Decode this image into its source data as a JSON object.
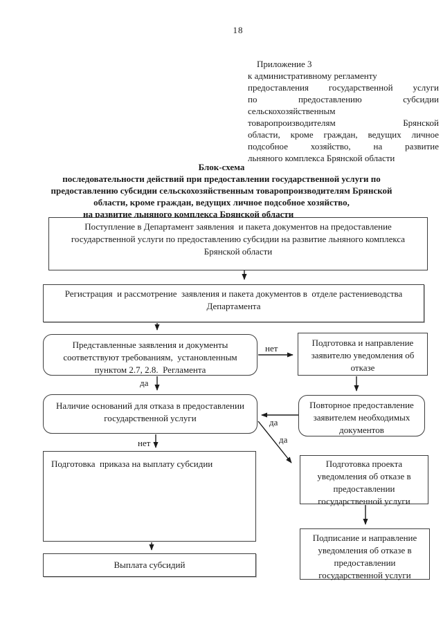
{
  "page_number": "18",
  "appendix_note": {
    "lines": [
      "Приложение 3",
      "к административному регламенту",
      "предоставления государственной  услуги",
      "по предоставлению субсидии",
      "сельскохозяйственным",
      "товаропроизводителям Брянской",
      "области, кроме граждан, ведущих личное",
      "подсобное хозяйство, на развитие",
      "льняного комплекса Брянской области"
    ]
  },
  "title": {
    "lines": [
      "Блок-схема",
      "последовательности действий при предоставлении государственной услуги по",
      "предоставлению субсидии сельскохозяйственным товаропроизводителям Брянской",
      "области, кроме граждан, ведущих личное подсобное хозяйство,",
      "на развитие льняного комплекса Брянской области"
    ]
  },
  "flowchart": {
    "boxes": {
      "intake": "Поступление в Департамент заявления  и пакета документов на предоставление\nгосударственной услуги по предоставлению субсидии на развитие льняного комплекса\nБрянской области",
      "registration": "Регистрация  и рассмотрение  заявления и пакета документов в  отделе растениеводства\nДепартамента",
      "compliance_check": "Представленные заявления и документы\nсоответствуют требованиям,  установленным\nпунктом 2.7, 2.8.  Регламента",
      "refusal_notice_prep": "Подготовка и направление\nзаявителю уведомления об\nотказе",
      "grounds_check": "Наличие оснований для отказа в предоставлении\nгосударственной услуги",
      "resubmission": "Повторное предоставление\nзаявителем необходимых\nдокументов",
      "order_prep": "Подготовка  приказа на выплату субсидии",
      "refusal_draft": "Подготовка проекта\nуведомления об отказе в\nпредоставлении\nгосударственной услуги",
      "payment": "Выплата субсидий",
      "refusal_signing": "Подписание и направление\nуведомления об отказе в\nпредоставлении\nгосударственной услуги"
    },
    "labels": {
      "yes": "да",
      "no": "нет"
    }
  }
}
